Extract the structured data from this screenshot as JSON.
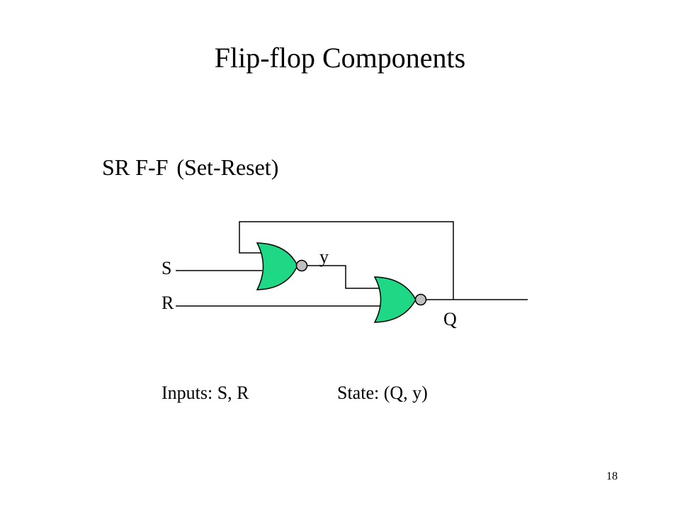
{
  "title": "Flip-flop Components",
  "subtitle": {
    "name": "SR F-F",
    "description": "(Set-Reset)"
  },
  "circuit": {
    "labels": {
      "s": "S",
      "r": "R",
      "y": "y",
      "q": "Q"
    },
    "gate_fill": "#1ed886",
    "gate_stroke": "#000000",
    "bubble_fill": "#c0c0c0",
    "gate_type": "NOR"
  },
  "footer": {
    "inputs": "Inputs: S, R",
    "state": "State: (Q, y)"
  },
  "page_number": "18"
}
